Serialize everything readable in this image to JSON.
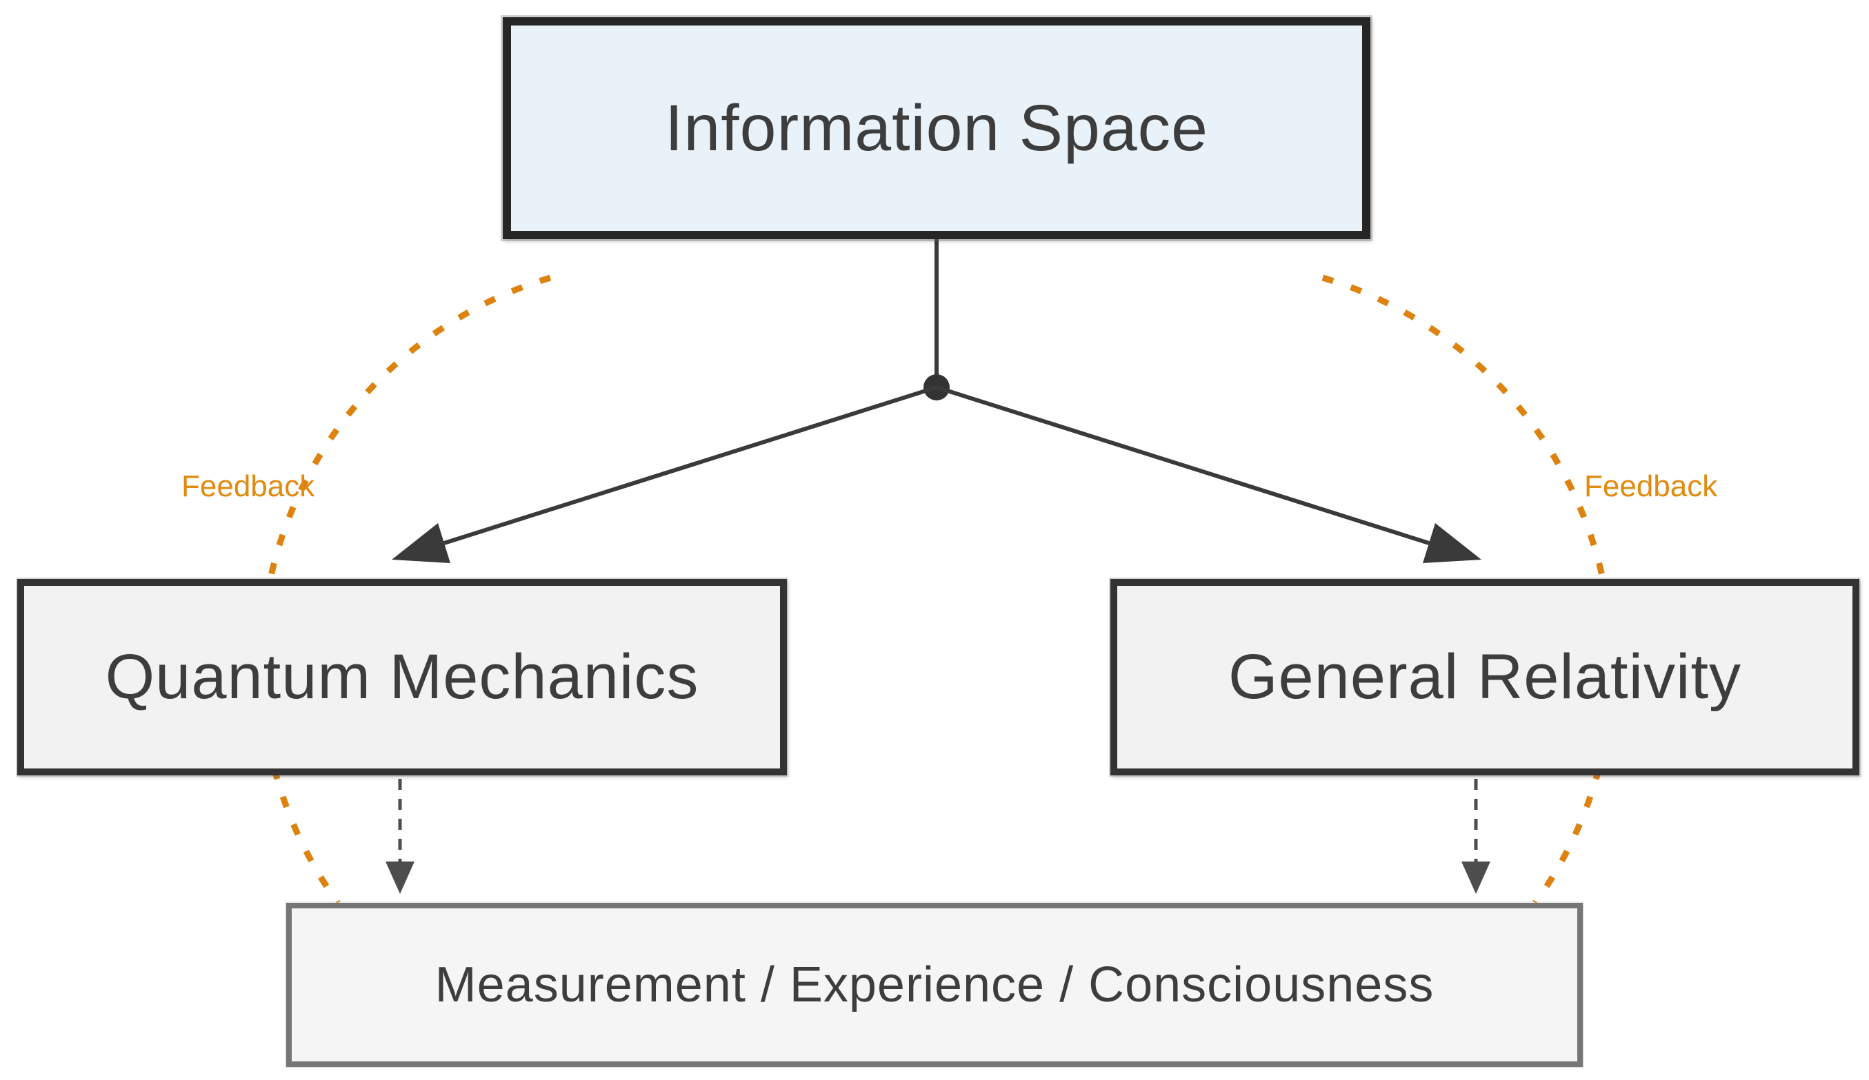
{
  "nodes": {
    "information_space": {
      "label": "Information Space",
      "fill": "#e9f2f9",
      "border": "#262626"
    },
    "quantum_mechanics": {
      "label": "Quantum Mechanics",
      "fill": "#f2f2f2",
      "border": "#333333"
    },
    "general_relativity": {
      "label": "General Relativity",
      "fill": "#f2f2f2",
      "border": "#333333"
    },
    "measurement": {
      "label": "Measurement / Experience / Consciousness",
      "fill": "#f5f5f5",
      "border": "#767676"
    }
  },
  "annotations": {
    "feedback_left": "Feedback",
    "feedback_right": "Feedback"
  },
  "colors": {
    "solid_connector": "#3a3a3a",
    "dashed_connector": "#4d4d4d",
    "feedback_accent": "#de820f",
    "feedback_text": "#e18a10",
    "text": "#3d3d3d",
    "background": "#ffffff"
  }
}
